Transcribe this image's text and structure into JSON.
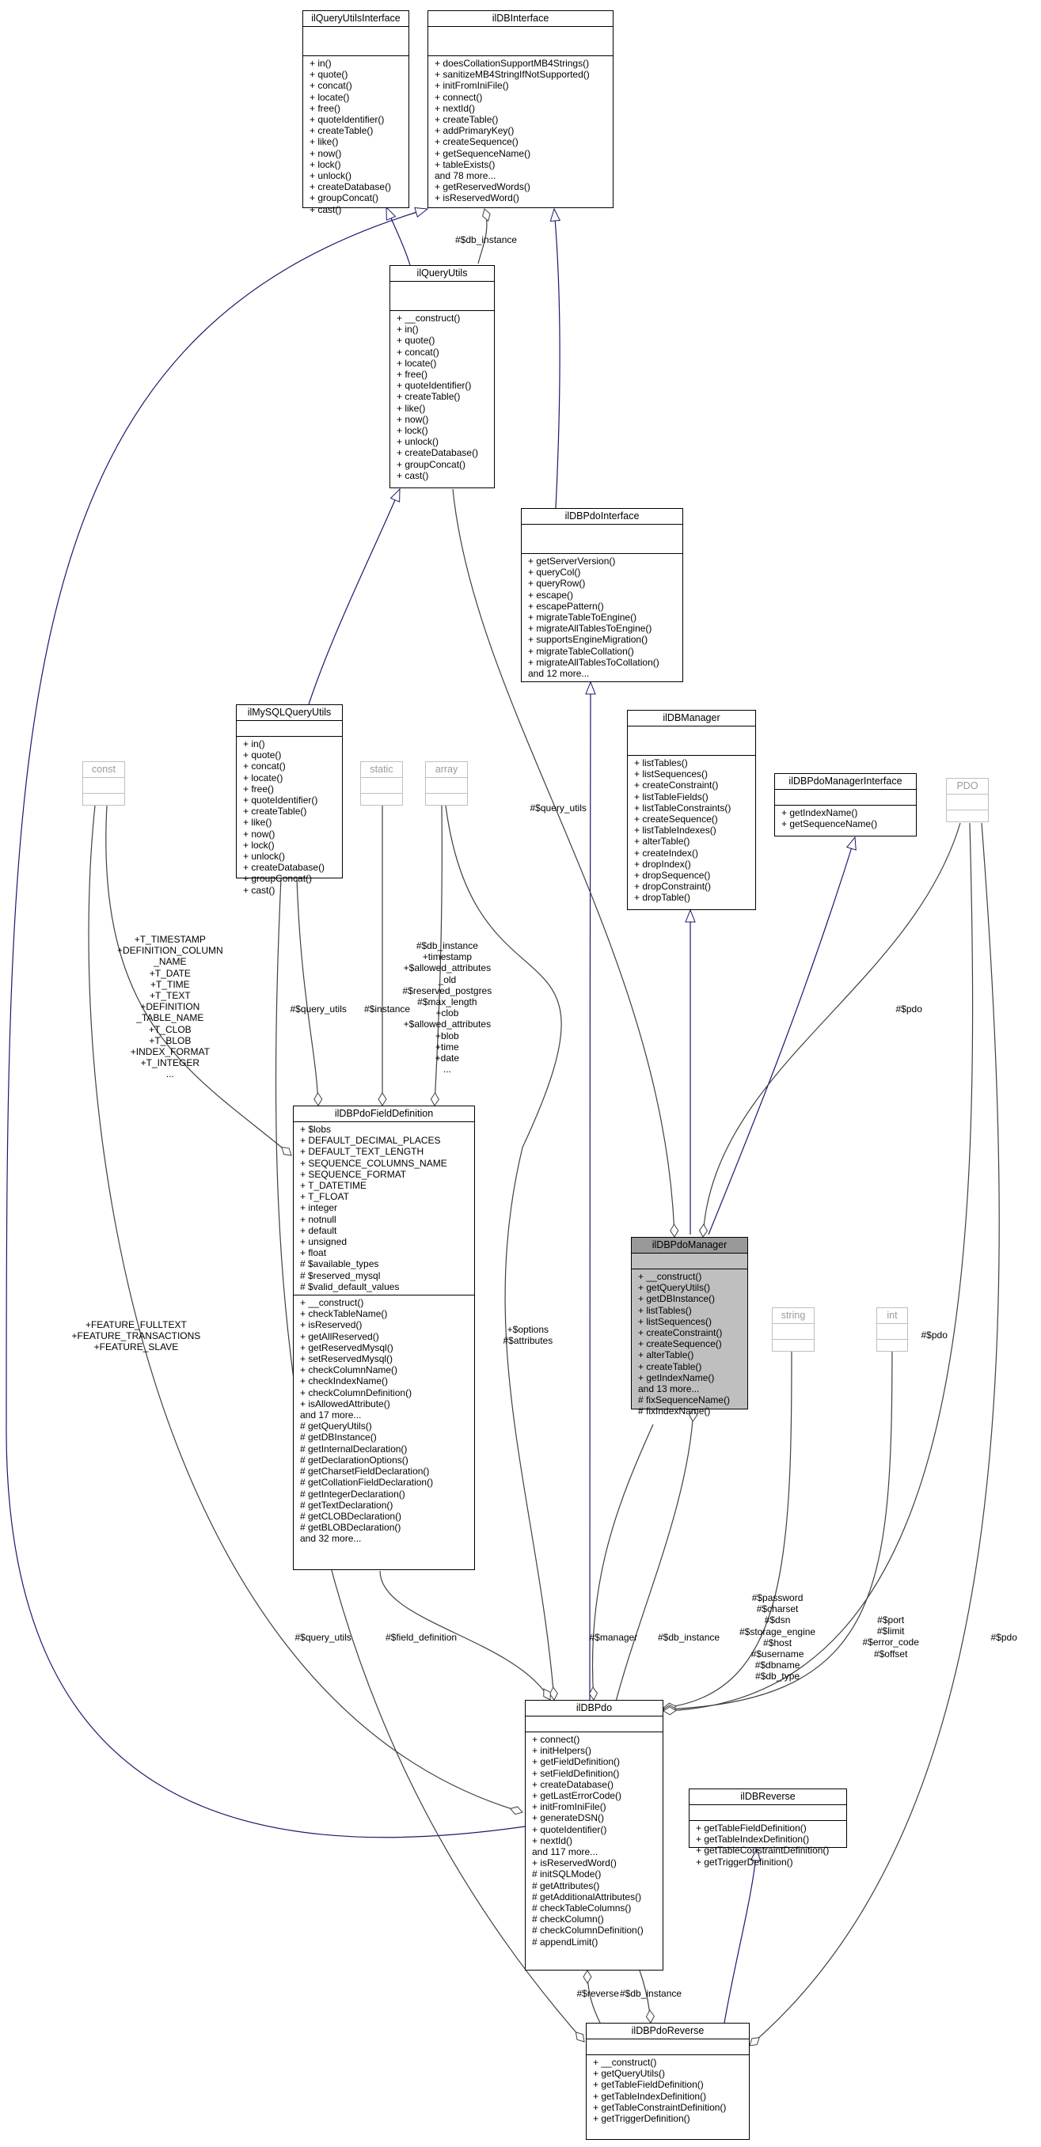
{
  "classes": {
    "ilQueryUtilsInterface": {
      "name": "ilQueryUtilsInterface",
      "attributes": [],
      "methods": [
        "+ in()",
        "+ quote()",
        "+ concat()",
        "+ locate()",
        "+ free()",
        "+ quoteIdentifier()",
        "+ createTable()",
        "+ like()",
        "+ now()",
        "+ lock()",
        "+ unlock()",
        "+ createDatabase()",
        "+ groupConcat()",
        "+ cast()"
      ]
    },
    "ilDBInterface": {
      "name": "ilDBInterface",
      "attributes": [],
      "methods": [
        "+ doesCollationSupportMB4Strings()",
        "+ sanitizeMB4StringIfNotSupported()",
        "+ initFromIniFile()",
        "+ connect()",
        "+ nextId()",
        "+ createTable()",
        "+ addPrimaryKey()",
        "+ createSequence()",
        "+ getSequenceName()",
        "+ tableExists()",
        "and 78 more...",
        "+ getReservedWords()",
        "+ isReservedWord()"
      ]
    },
    "ilQueryUtils": {
      "name": "ilQueryUtils",
      "attributes": [],
      "methods": [
        "+ __construct()",
        "+ in()",
        "+ quote()",
        "+ concat()",
        "+ locate()",
        "+ free()",
        "+ quoteIdentifier()",
        "+ createTable()",
        "+ like()",
        "+ now()",
        "+ lock()",
        "+ unlock()",
        "+ createDatabase()",
        "+ groupConcat()",
        "+ cast()"
      ]
    },
    "ilDBPdoInterface": {
      "name": "ilDBPdoInterface",
      "attributes": [],
      "methods": [
        "+ getServerVersion()",
        "+ queryCol()",
        "+ queryRow()",
        "+ escape()",
        "+ escapePattern()",
        "+ migrateTableToEngine()",
        "+ migrateAllTablesToEngine()",
        "+ supportsEngineMigration()",
        "+ migrateTableCollation()",
        "+ migrateAllTablesToCollation()",
        "and 12 more..."
      ]
    },
    "ilMySQLQueryUtils": {
      "name": "ilMySQLQueryUtils",
      "attributes": [],
      "methods": [
        "+ in()",
        "+ quote()",
        "+ concat()",
        "+ locate()",
        "+ free()",
        "+ quoteIdentifier()",
        "+ createTable()",
        "+ like()",
        "+ now()",
        "+ lock()",
        "+ unlock()",
        "+ createDatabase()",
        "+ groupConcat()",
        "+ cast()"
      ]
    },
    "const": {
      "name": "const",
      "attributes": [],
      "methods": []
    },
    "static": {
      "name": "static",
      "attributes": [],
      "methods": []
    },
    "array": {
      "name": "array",
      "attributes": [],
      "methods": []
    },
    "ilDBManager": {
      "name": "ilDBManager",
      "attributes": [],
      "methods": [
        "+ listTables()",
        "+ listSequences()",
        "+ createConstraint()",
        "+ listTableFields()",
        "+ listTableConstraints()",
        "+ createSequence()",
        "+ listTableIndexes()",
        "+ alterTable()",
        "+ createIndex()",
        "+ dropIndex()",
        "+ dropSequence()",
        "+ dropConstraint()",
        "+ dropTable()"
      ]
    },
    "ilDBPdoManagerInterface": {
      "name": "ilDBPdoManagerInterface",
      "attributes": [],
      "methods": [
        "+ getIndexName()",
        "+ getSequenceName()"
      ]
    },
    "PDO": {
      "name": "PDO",
      "attributes": [],
      "methods": []
    },
    "ilDBPdoFieldDefinition": {
      "name": "ilDBPdoFieldDefinition",
      "attributes": [
        "+ $lobs",
        "+ DEFAULT_DECIMAL_PLACES",
        "+ DEFAULT_TEXT_LENGTH",
        "+ SEQUENCE_COLUMNS_NAME",
        "+ SEQUENCE_FORMAT",
        "+ T_DATETIME",
        "+ T_FLOAT",
        "+ integer",
        "+ notnull",
        "+ default",
        "+ unsigned",
        "+ float",
        "# $available_types",
        "# $reserved_mysql",
        "# $valid_default_values"
      ],
      "methods": [
        "+ __construct()",
        "+ checkTableName()",
        "+ isReserved()",
        "+ getAllReserved()",
        "+ getReservedMysql()",
        "+ setReservedMysql()",
        "+ checkColumnName()",
        "+ checkIndexName()",
        "+ checkColumnDefinition()",
        "+ isAllowedAttribute()",
        "and 17 more...",
        "# getQueryUtils()",
        "# getDBInstance()",
        "# getInternalDeclaration()",
        "# getDeclarationOptions()",
        "# getCharsetFieldDeclaration()",
        "# getCollationFieldDeclaration()",
        "# getIntegerDeclaration()",
        "# getTextDeclaration()",
        "# getCLOBDeclaration()",
        "# getBLOBDeclaration()",
        "and 32 more..."
      ]
    },
    "ilDBPdoManager": {
      "name": "ilDBPdoManager",
      "attributes": [],
      "methods": [
        "+ __construct()",
        "+ getQueryUtils()",
        "+ getDBInstance()",
        "+ listTables()",
        "+ listSequences()",
        "+ createConstraint()",
        "+ createSequence()",
        "+ alterTable()",
        "+ createTable()",
        "+ getIndexName()",
        "and 13 more...",
        "# fixSequenceName()",
        "# fixIndexName()"
      ]
    },
    "string": {
      "name": "string",
      "attributes": [],
      "methods": []
    },
    "int": {
      "name": "int",
      "attributes": [],
      "methods": []
    },
    "ilDBPdo": {
      "name": "ilDBPdo",
      "attributes": [],
      "methods": [
        "+ connect()",
        "+ initHelpers()",
        "+ getFieldDefinition()",
        "+ setFieldDefinition()",
        "+ createDatabase()",
        "+ getLastErrorCode()",
        "+ initFromIniFile()",
        "+ generateDSN()",
        "+ quoteIdentifier()",
        "+ nextId()",
        "and 117 more...",
        "+ isReservedWord()",
        "# initSQLMode()",
        "# getAttributes()",
        "# getAdditionalAttributes()",
        "# checkTableColumns()",
        "# checkColumn()",
        "# checkColumnDefinition()",
        "# appendLimit()"
      ]
    },
    "ilDBReverse": {
      "name": "ilDBReverse",
      "attributes": [],
      "methods": [
        "+ getTableFieldDefinition()",
        "+ getTableIndexDefinition()",
        "+ getTableConstraintDefinition()",
        "+ getTriggerDefinition()"
      ]
    },
    "ilDBPdoReverse": {
      "name": "ilDBPdoReverse",
      "attributes": [],
      "methods": [
        "+ __construct()",
        "+ getQueryUtils()",
        "+ getTableFieldDefinition()",
        "+ getTableIndexDefinition()",
        "+ getTableConstraintDefinition()",
        "+ getTriggerDefinition()"
      ]
    }
  },
  "edge_labels": {
    "db_instance_qu": [
      "#$db_instance"
    ],
    "query_utils_mgr": [
      "#$query_utils"
    ],
    "const_fd": [
      "+T_TIMESTAMP",
      "+DEFINITION_COLUMN",
      "_NAME",
      "+T_DATE",
      "+T_TIME",
      "+T_TEXT",
      "+DEFINITION",
      "_TABLE_NAME",
      "+T_CLOB",
      "+T_BLOB",
      "+INDEX_FORMAT",
      "+T_INTEGER",
      "..."
    ],
    "query_utils_fd": [
      "#$query_utils"
    ],
    "instance_fd": [
      "#$instance"
    ],
    "array_fd": [
      "#$db_instance",
      "+timestamp",
      "+$allowed_attributes",
      "_old",
      "#$reserved_postgres",
      "#$max_length",
      "+clob",
      "+$allowed_attributes",
      "+blob",
      "+time",
      "+date",
      "..."
    ],
    "pdo_mgr": [
      "#$pdo"
    ],
    "options_attrs": [
      "+$options",
      "#$attributes"
    ],
    "features": [
      "+FEATURE_FULLTEXT",
      "+FEATURE_TRANSACTIONS",
      "+FEATURE_SLAVE"
    ],
    "pdo_dbpdo": [
      "#$pdo"
    ],
    "query_utils_rev": [
      "#$query_utils"
    ],
    "field_definition": [
      "#$field_definition"
    ],
    "manager": [
      "#$manager"
    ],
    "db_instance_dbpdo": [
      "#$db_instance"
    ],
    "string_attrs": [
      "#$password",
      "#$charset",
      "#$dsn",
      "#$storage_engine",
      "#$host",
      "#$username",
      "#$dbname",
      "#$db_type"
    ],
    "int_attrs": [
      "#$port",
      "#$limit",
      "#$error_code",
      "#$offset"
    ],
    "pdo_rev": [
      "#$pdo"
    ],
    "reverse": [
      "#$reverse"
    ],
    "db_instance_rev": [
      "#$db_instance"
    ]
  }
}
